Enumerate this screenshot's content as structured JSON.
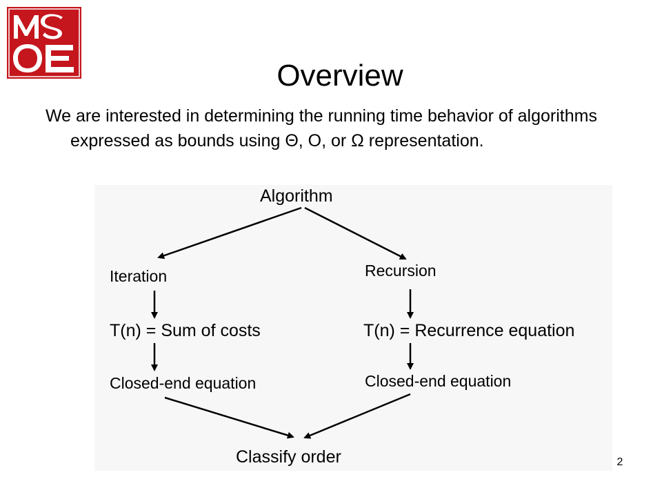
{
  "slide": {
    "logo_text": "MSOE",
    "title": "Overview",
    "body": "We are interested in determining the running time behavior of algorithms expressed as bounds using Θ, O, or Ω representation.",
    "page_number": "2"
  },
  "diagram": {
    "root": "Algorithm",
    "left_branch": {
      "method": "Iteration",
      "cost": "T(n) = Sum of costs",
      "closed_form": "Closed-end  equation"
    },
    "right_branch": {
      "method": "Recursion",
      "cost": "T(n) = Recurrence equation",
      "closed_form": "Closed-end  equation"
    },
    "result": "Classify order"
  },
  "colors": {
    "logo_red": "#c4161c",
    "diagram_bg": "#f7f7f7",
    "text": "#000000"
  }
}
